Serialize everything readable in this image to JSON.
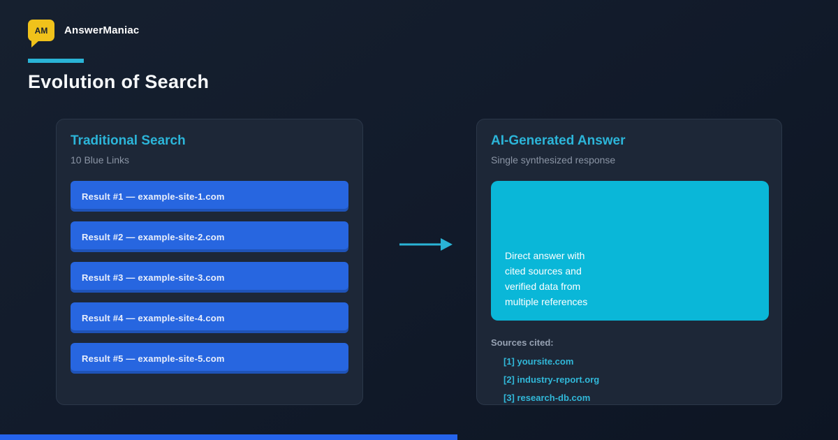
{
  "brand": {
    "logo_text": "AM",
    "name": "AnswerManiac"
  },
  "page": {
    "title": "Evolution of Search"
  },
  "left_card": {
    "title": "Traditional Search",
    "subtitle": "10 Blue Links",
    "results": [
      {
        "label": "Result #1 — example-site-1.com"
      },
      {
        "label": "Result #2 — example-site-2.com"
      },
      {
        "label": "Result #3 — example-site-3.com"
      },
      {
        "label": "Result #4 — example-site-4.com"
      },
      {
        "label": "Result #5 — example-site-5.com"
      }
    ]
  },
  "right_card": {
    "title": "AI-Generated Answer",
    "subtitle": "Single synthesized response",
    "answer_lines": [
      "Direct answer with",
      "cited sources and",
      "verified data from",
      "multiple references"
    ],
    "sources_label": "Sources cited:",
    "sources": [
      "[1] yoursite.com",
      "[2] industry-report.org",
      "[3] research-db.com"
    ]
  },
  "colors": {
    "accent_cyan": "#2ab4d6",
    "answer_cyan": "#0ab7d8",
    "result_blue": "#2766e0",
    "footer_blue": "#2563eb",
    "logo_yellow": "#f0c21b",
    "background": "#121b2b",
    "card_background": "#1d2737"
  }
}
